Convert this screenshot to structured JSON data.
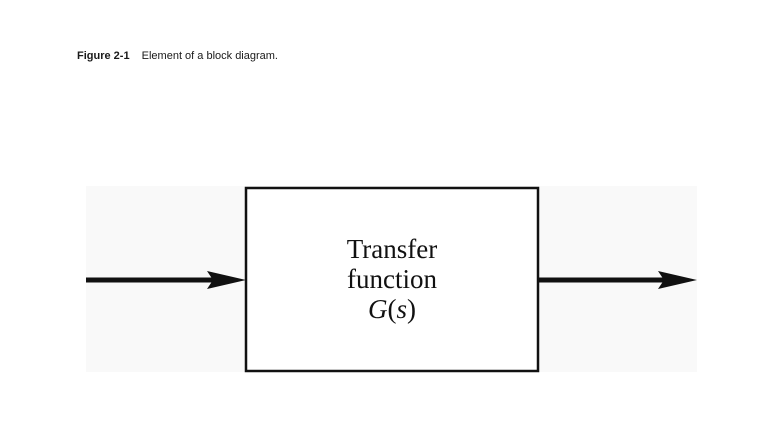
{
  "caption": {
    "label": "Figure 2-1",
    "text": "Element of a block diagram."
  },
  "block": {
    "line1": "Transfer",
    "line2": "function",
    "formula": {
      "g": "G",
      "open": "(",
      "s": "s",
      "close": ")"
    }
  },
  "colors": {
    "stroke": "#111111",
    "background": "#ffffff"
  }
}
